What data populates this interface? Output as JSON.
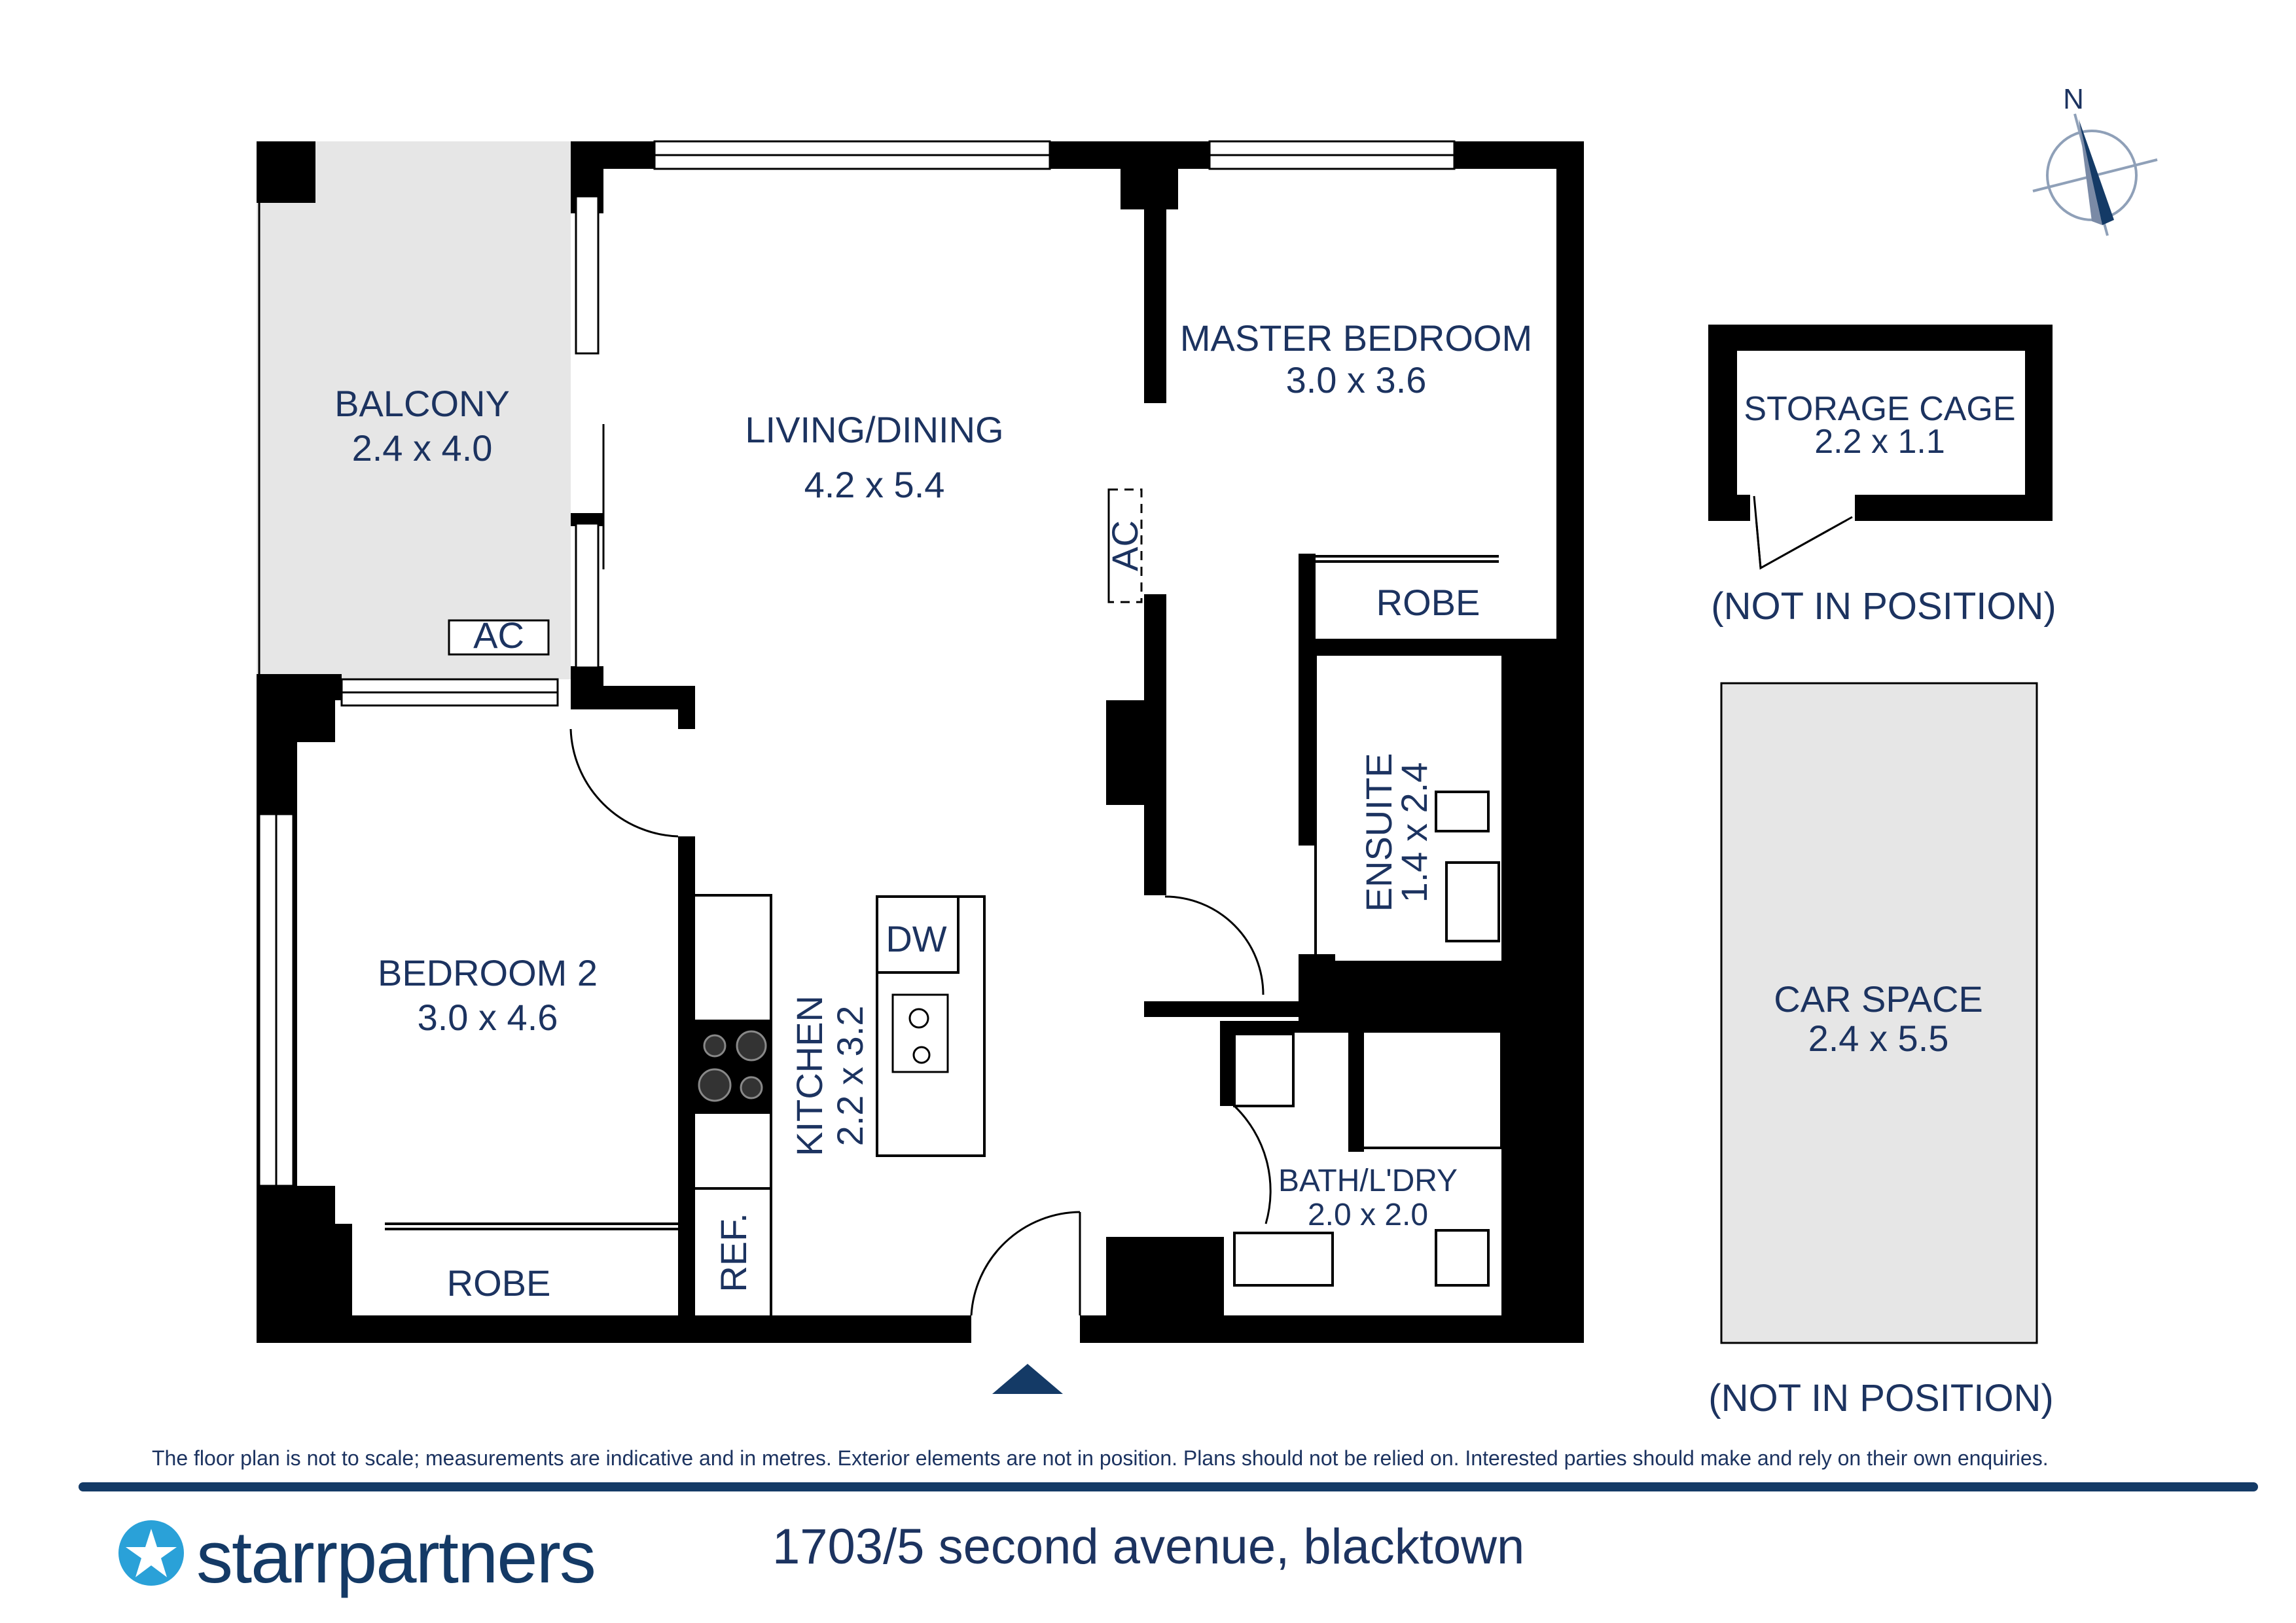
{
  "rooms": {
    "balcony": {
      "name": "BALCONY",
      "size": "2.4 x 4.0"
    },
    "living": {
      "name": "LIVING/DINING",
      "size": "4.2 x 5.4"
    },
    "master": {
      "name": "MASTER BEDROOM",
      "size": "3.0 x 3.6"
    },
    "bedroom2": {
      "name": "BEDROOM 2",
      "size": "3.0 x 4.6"
    },
    "kitchen": {
      "name": "KITCHEN",
      "size": "2.2 x 3.2"
    },
    "ensuite": {
      "name": "ENSUITE",
      "size": "1.4 x 2.4"
    },
    "bath": {
      "name": "BATH/L'DRY",
      "size": "2.0 x 2.0"
    },
    "storage": {
      "name": "STORAGE CAGE",
      "size": "2.2 x 1.1"
    },
    "car": {
      "name": "CAR SPACE",
      "size": "2.4 x 5.5"
    }
  },
  "fixtures": {
    "ac": "AC",
    "robe": "ROBE",
    "dw": "DW",
    "ref": "REF."
  },
  "notes": {
    "not_in_position": "(NOT IN POSITION)",
    "disclaimer": "The floor plan is not to scale; measurements are indicative and in metres. Exterior elements are not in position. Plans should not be relied on. Interested parties should make and rely on their own enquiries."
  },
  "compass": {
    "north": "N"
  },
  "footer": {
    "brand_part1": "starr",
    "brand_part2": "partners",
    "address": "1703/5 second avenue, blacktown"
  },
  "colors": {
    "wall": "#000000",
    "text": "#1c3360",
    "brand": "#143a66",
    "balcony_fill": "#e6e6e6",
    "car_fill": "#e6e6e6"
  }
}
